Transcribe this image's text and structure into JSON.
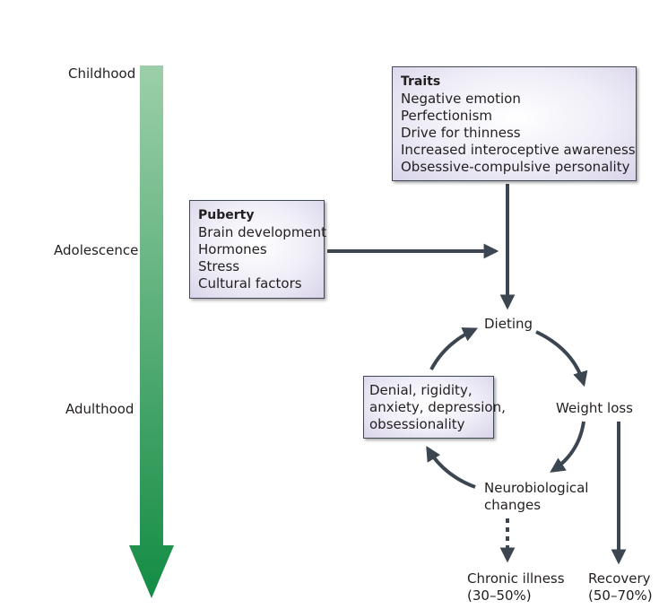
{
  "timeline": {
    "stages": [
      "Childhood",
      "Adolescence",
      "Adulthood"
    ]
  },
  "traits": {
    "title": "Traits",
    "items": [
      "Negative emotion",
      "Perfectionism",
      "Drive for thinness",
      "Increased interoceptive awareness",
      "Obsessive-compulsive personality"
    ]
  },
  "puberty": {
    "title": "Puberty",
    "items": [
      "Brain development",
      "Hormones",
      "Stress",
      "Cultural factors"
    ]
  },
  "cycle": {
    "dieting": "Dieting",
    "weight_loss": "Weight loss",
    "neuro_line1": "Neurobiological",
    "neuro_line2": "changes",
    "denial_items": [
      "Denial, rigidity,",
      "anxiety, depression,",
      "obsessionality"
    ]
  },
  "outcomes": {
    "chronic": "Chronic illness",
    "chronic_pct": "(30–50%)",
    "recovery": "Recovery",
    "recovery_pct": "(50–70%)"
  },
  "colors": {
    "timeline_top": "#8fc9a0",
    "timeline_bottom": "#138c44",
    "arrow": "#3c4650",
    "box_fill": "#ddd8ec"
  }
}
